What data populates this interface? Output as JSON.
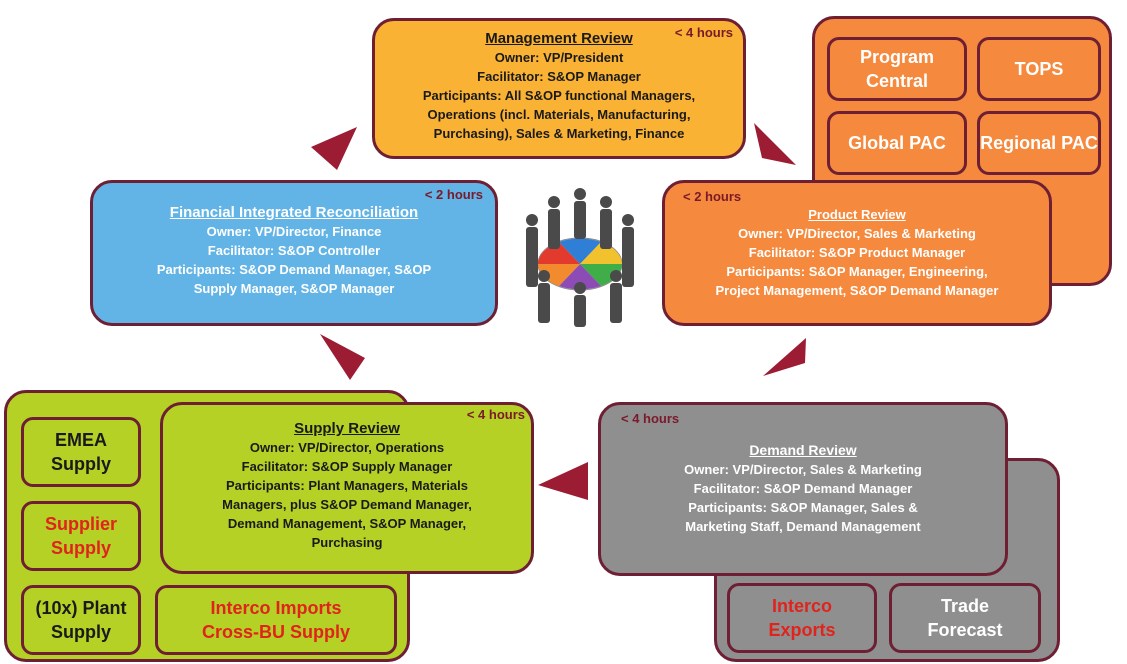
{
  "management_review": {
    "time": "< 4 hours",
    "title": "Management Review",
    "owner": "Owner:  VP/President",
    "facilitator": "Facilitator:  S&OP Manager",
    "participants_1": "Participants:  All S&OP functional Managers,",
    "participants_2": "Operations (incl. Materials, Manufacturing,",
    "participants_3": "Purchasing), Sales & Marketing, Finance"
  },
  "financial_review": {
    "time": "< 2 hours",
    "title": "Financial Integrated Reconciliation",
    "owner": "Owner:  VP/Director, Finance",
    "facilitator": "Facilitator:  S&OP Controller",
    "participants_1": "Participants: S&OP Demand Manager, S&OP",
    "participants_2": "Supply Manager, S&OP Manager"
  },
  "product_review": {
    "time": "< 2 hours",
    "title": "Product Review",
    "owner": "Owner:  VP/Director, Sales & Marketing",
    "facilitator": "Facilitator:  S&OP Product Manager",
    "participants_1": "Participants:  S&OP Manager, Engineering,",
    "participants_2": "Project Management, S&OP Demand Manager"
  },
  "product_inputs": {
    "program_central": "Program Central",
    "tops": "TOPS",
    "global_pac": "Global PAC",
    "regional_pac": "Regional PAC"
  },
  "supply_review": {
    "time": "< 4 hours",
    "title": "Supply Review",
    "owner": "Owner:  VP/Director, Operations",
    "facilitator": "Facilitator:  S&OP Supply Manager",
    "participants_1": "Participants:  Plant Managers, Materials",
    "participants_2": "Managers, plus S&OP Demand Manager,",
    "participants_3": "Demand Management, S&OP Manager,",
    "participants_4": "Purchasing"
  },
  "supply_inputs": {
    "emea_supply": "EMEA Supply",
    "supplier_supply": "Supplier Supply",
    "plant_supply": "(10x) Plant Supply",
    "interco_imports": "Interco Imports",
    "cross_bu_supply": "Cross-BU Supply"
  },
  "demand_review": {
    "time": "< 4 hours",
    "title": "Demand Review",
    "owner": "Owner:  VP/Director, Sales & Marketing",
    "facilitator": "Facilitator:  S&OP Demand  Manager",
    "participants_1": "Participants:  S&OP Manager, Sales &",
    "participants_2": "Marketing Staff, Demand Management"
  },
  "demand_inputs": {
    "interco_exports": "Interco Exports",
    "trade_forecast": "Trade Forecast"
  },
  "colors": {
    "management": "#f9b233",
    "financial": "#62b4e6",
    "product": "#f5893d",
    "supply": "#b5d126",
    "demand": "#8f8f8f",
    "border": "#6e1f33",
    "arrow": "#9b1c33",
    "highlight_red": "#e0241c"
  }
}
